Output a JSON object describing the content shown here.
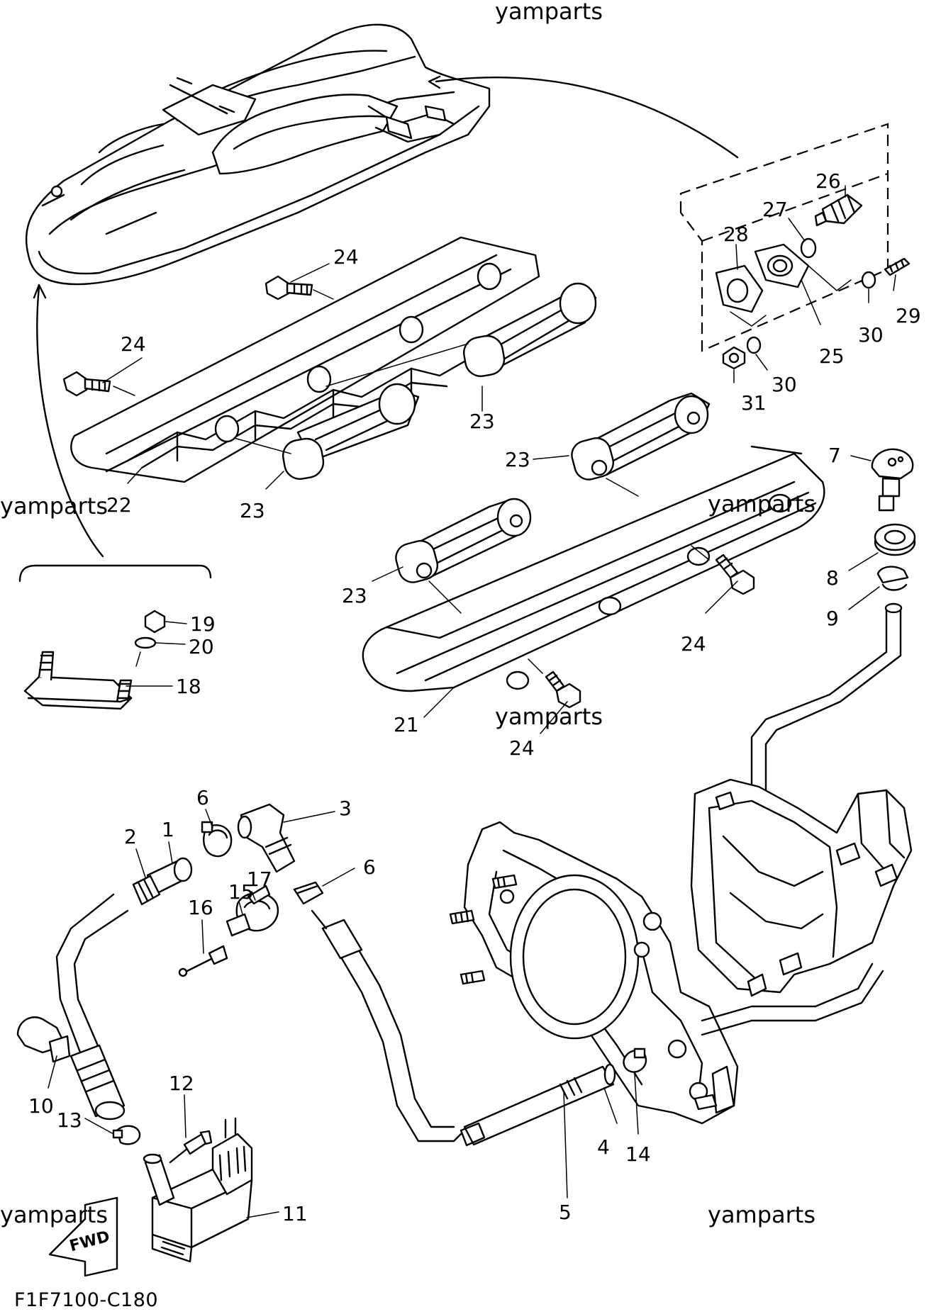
{
  "watermark": "yamparts",
  "diagram_code": "F1F7100-C180",
  "direction_label": "FWD",
  "callouts": [
    {
      "id": "c1",
      "text": "1"
    },
    {
      "id": "c2",
      "text": "2"
    },
    {
      "id": "c3",
      "text": "3"
    },
    {
      "id": "c4",
      "text": "4"
    },
    {
      "id": "c5",
      "text": "5"
    },
    {
      "id": "c6a",
      "text": "6"
    },
    {
      "id": "c6b",
      "text": "6"
    },
    {
      "id": "c7",
      "text": "7"
    },
    {
      "id": "c8",
      "text": "8"
    },
    {
      "id": "c9",
      "text": "9"
    },
    {
      "id": "c10",
      "text": "10"
    },
    {
      "id": "c11",
      "text": "11"
    },
    {
      "id": "c12",
      "text": "12"
    },
    {
      "id": "c13",
      "text": "13"
    },
    {
      "id": "c14",
      "text": "14"
    },
    {
      "id": "c15",
      "text": "15"
    },
    {
      "id": "c16",
      "text": "16"
    },
    {
      "id": "c17",
      "text": "17"
    },
    {
      "id": "c18",
      "text": "18"
    },
    {
      "id": "c19",
      "text": "19"
    },
    {
      "id": "c20",
      "text": "20"
    },
    {
      "id": "c21",
      "text": "21"
    },
    {
      "id": "c22",
      "text": "22"
    },
    {
      "id": "c23a",
      "text": "23"
    },
    {
      "id": "c23b",
      "text": "23"
    },
    {
      "id": "c23c",
      "text": "23"
    },
    {
      "id": "c23d",
      "text": "23"
    },
    {
      "id": "c24a",
      "text": "24"
    },
    {
      "id": "c24b",
      "text": "24"
    },
    {
      "id": "c24c",
      "text": "24"
    },
    {
      "id": "c24d",
      "text": "24"
    },
    {
      "id": "c25",
      "text": "25"
    },
    {
      "id": "c26",
      "text": "26"
    },
    {
      "id": "c27",
      "text": "27"
    },
    {
      "id": "c28",
      "text": "28"
    },
    {
      "id": "c29",
      "text": "29"
    },
    {
      "id": "c30a",
      "text": "30"
    },
    {
      "id": "c30b",
      "text": "30"
    },
    {
      "id": "c31",
      "text": "31"
    }
  ]
}
